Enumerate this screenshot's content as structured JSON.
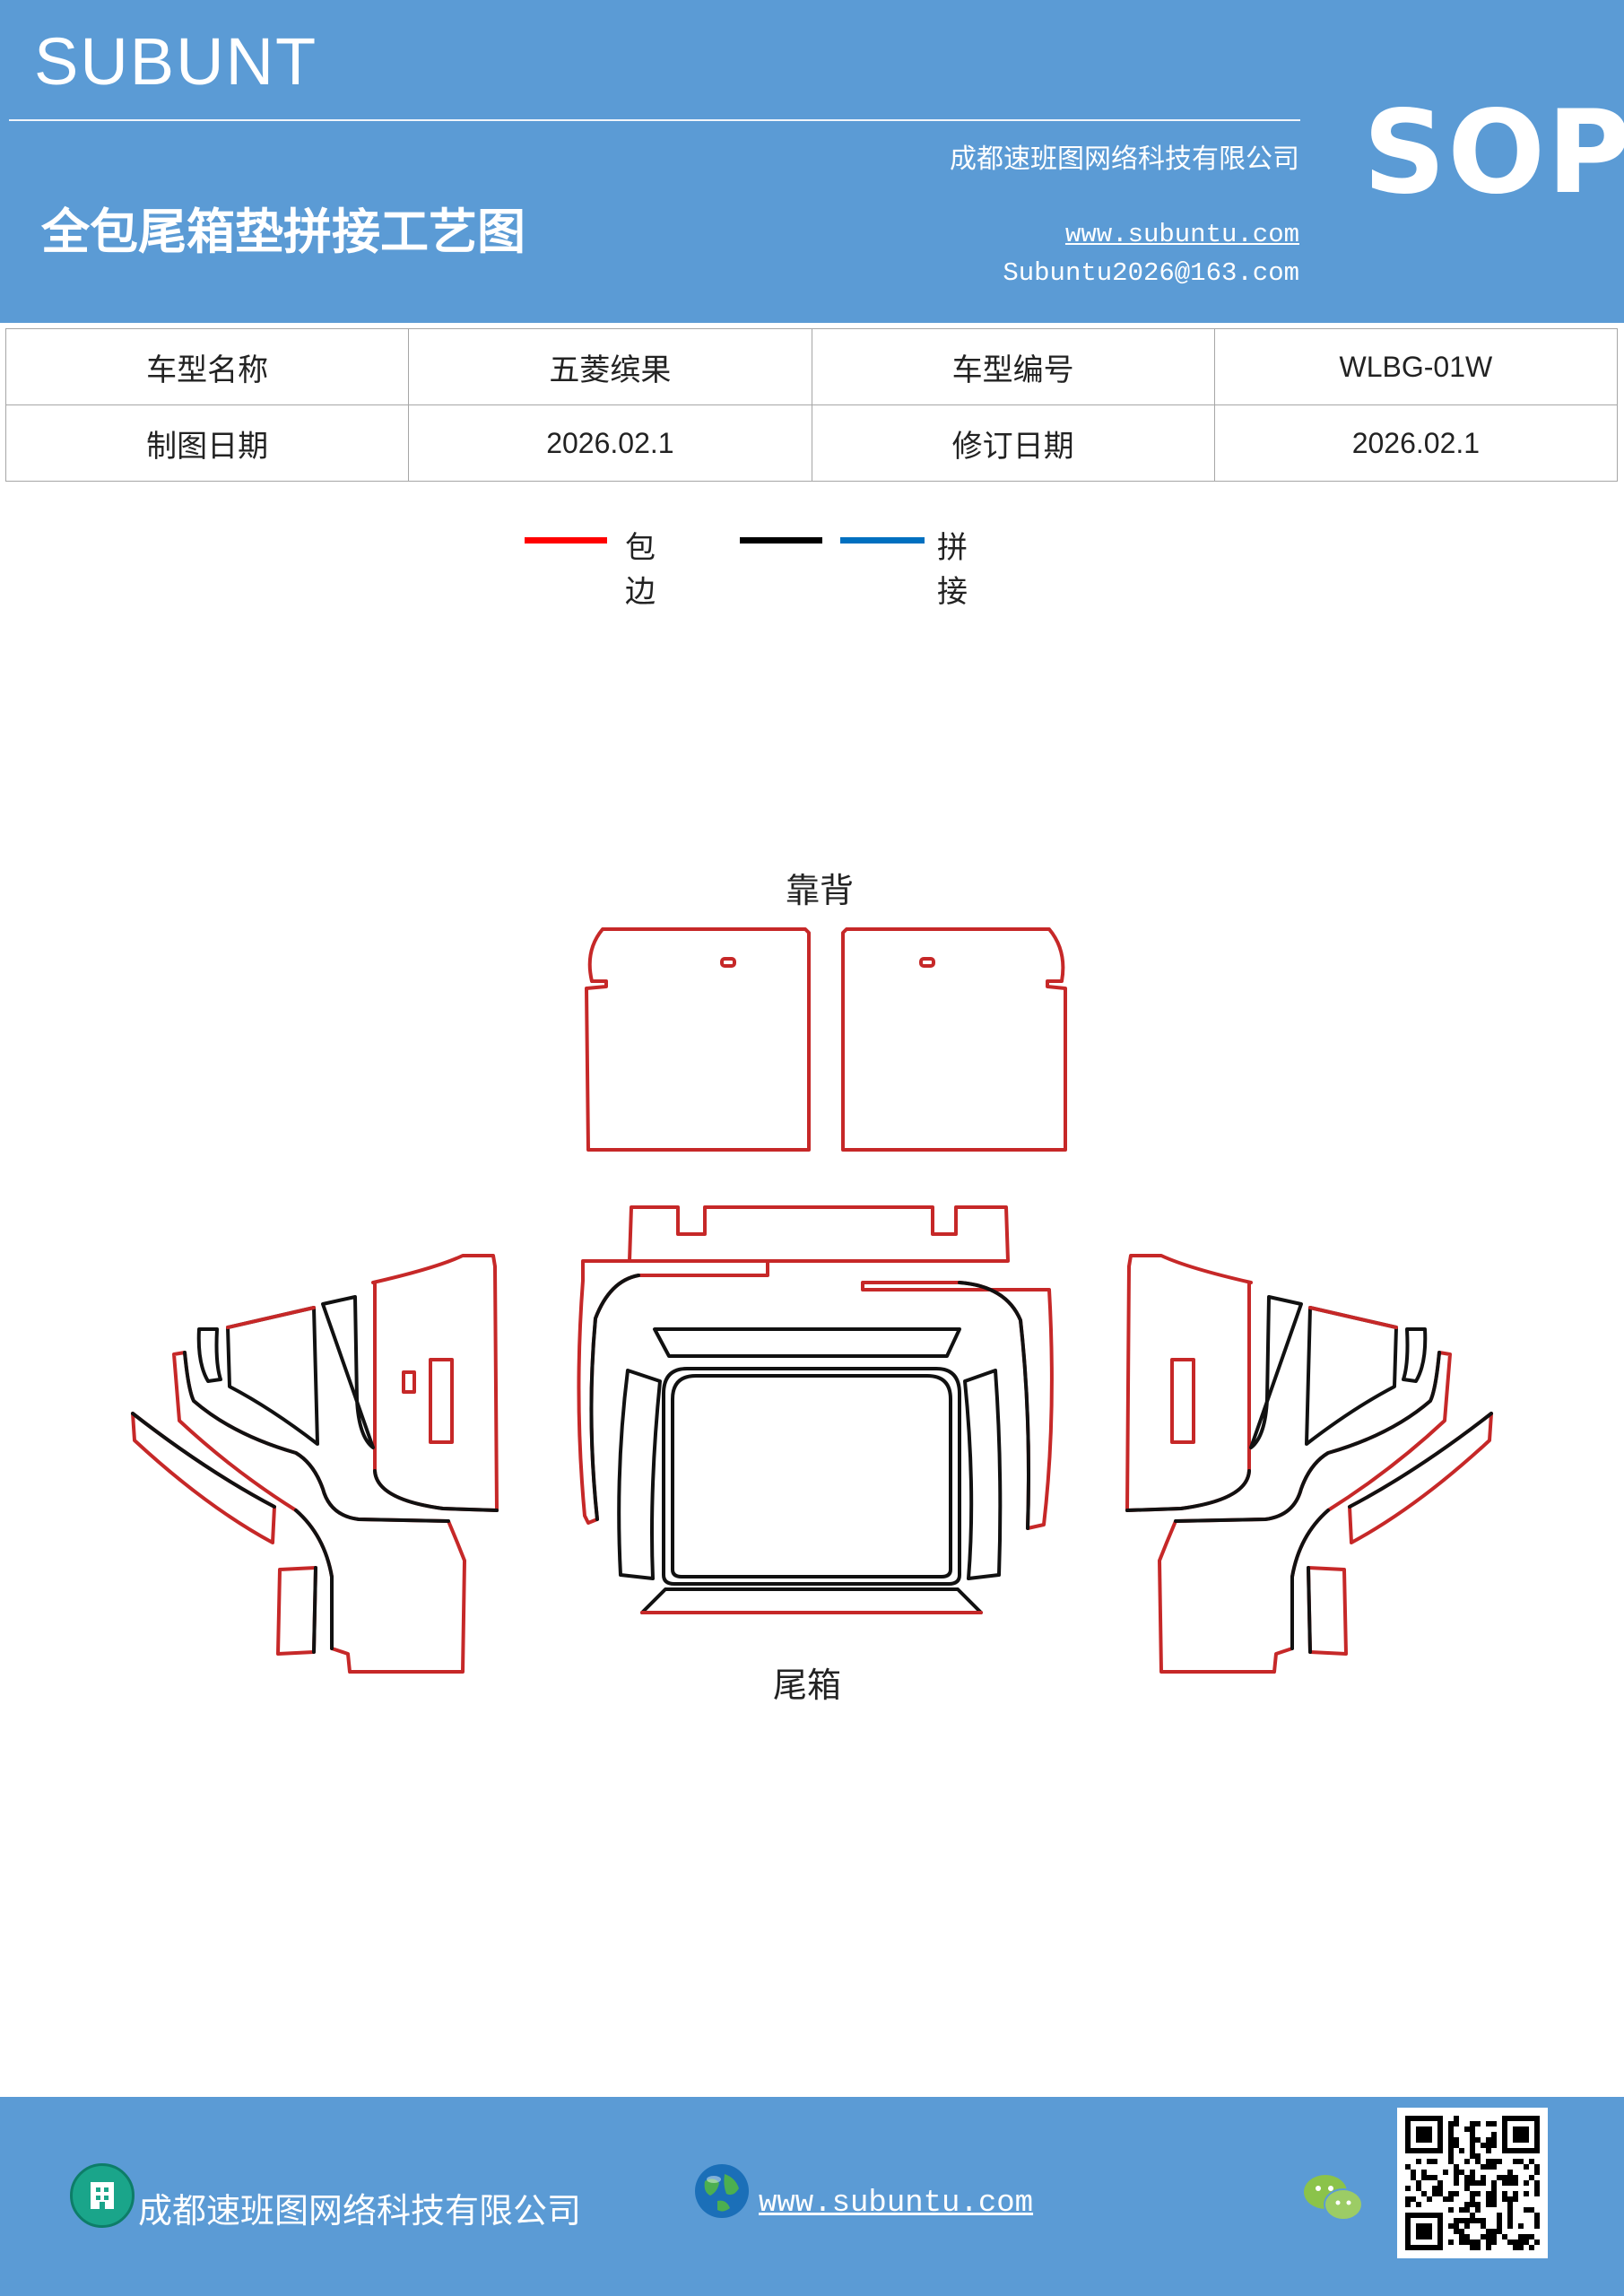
{
  "header": {
    "brand": "SUBUNT",
    "company": "成都速班图网络科技有限公司",
    "title": "全包尾箱垫拼接工艺图",
    "website": "www.subuntu.com",
    "email": "Subuntu2026@163.com",
    "badge": "SOP",
    "background_color": "#5b9bd5"
  },
  "info_table": {
    "rows": [
      {
        "label1": "车型名称",
        "value1": "五菱缤果",
        "label2": "车型编号",
        "value2": "WLBG-01W"
      },
      {
        "label1": "制图日期",
        "value1": "2026.02.1",
        "label2": "修订日期",
        "value2": "2026.02.1"
      }
    ]
  },
  "legend": {
    "items": [
      {
        "label": "包边",
        "color": "#ff0000"
      },
      {
        "label": "",
        "color": "#000000"
      },
      {
        "label": "拼接",
        "color": "#0070c0"
      }
    ]
  },
  "diagram": {
    "labels": {
      "backrest": "靠背",
      "trunk": "尾箱"
    },
    "edge_color": "#c62828",
    "seam_color": "#111111"
  },
  "footer": {
    "company": "成都速班图网络科技有限公司",
    "website": "www.subuntu.com",
    "icons": [
      "building-icon",
      "globe-icon",
      "wechat-icon",
      "qr-code"
    ]
  }
}
